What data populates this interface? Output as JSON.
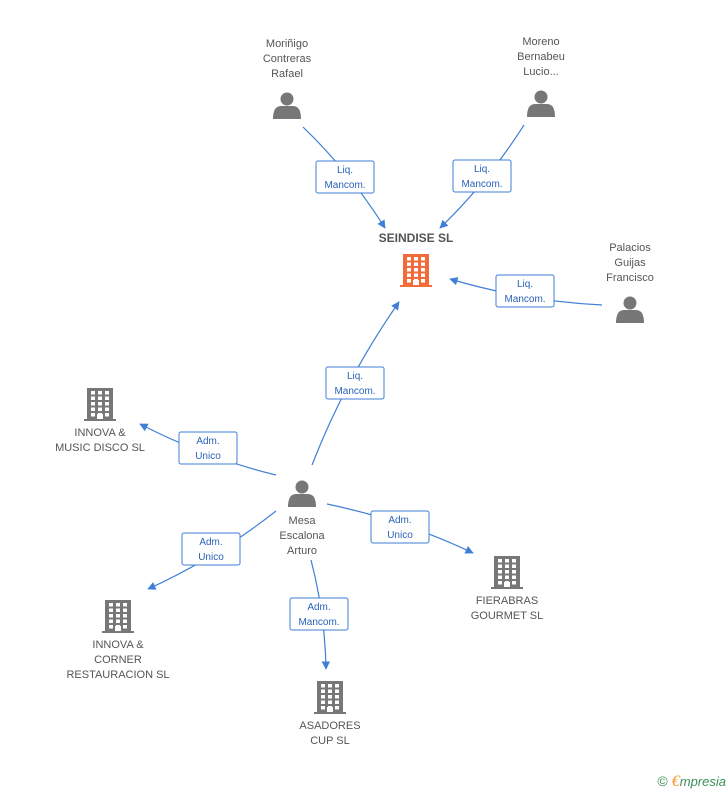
{
  "nodes": [
    {
      "id": "seindise",
      "type": "company",
      "main": true,
      "label": [
        "SEINDISE SL"
      ]
    },
    {
      "id": "morinigo",
      "type": "person",
      "label": [
        "Moriñigo",
        "Contreras",
        "Rafael"
      ]
    },
    {
      "id": "moreno",
      "type": "person",
      "label": [
        "Moreno",
        "Bernabeu",
        "Lucio..."
      ]
    },
    {
      "id": "palacios",
      "type": "person",
      "label": [
        "Palacios",
        "Guijas",
        "Francisco"
      ]
    },
    {
      "id": "mesa",
      "type": "person",
      "label": [
        "Mesa",
        "Escalona",
        "Arturo"
      ]
    },
    {
      "id": "innova_music",
      "type": "company",
      "label": [
        "INNOVA &",
        "MUSIC DISCO SL"
      ]
    },
    {
      "id": "innova_corner",
      "type": "company",
      "label": [
        "INNOVA &",
        "CORNER",
        "RESTAURACION SL"
      ]
    },
    {
      "id": "asadores",
      "type": "company",
      "label": [
        "ASADORES",
        "CUP SL"
      ]
    },
    {
      "id": "fierabras",
      "type": "company",
      "label": [
        "FIERABRAS",
        "GOURMET SL"
      ]
    }
  ],
  "edges": [
    {
      "from": "morinigo",
      "to": "seindise",
      "label": [
        "Liq.",
        "Mancom."
      ]
    },
    {
      "from": "moreno",
      "to": "seindise",
      "label": [
        "Liq.",
        "Mancom."
      ]
    },
    {
      "from": "palacios",
      "to": "seindise",
      "label": [
        "Liq.",
        "Mancom."
      ]
    },
    {
      "from": "mesa",
      "to": "seindise",
      "label": [
        "Liq.",
        "Mancom."
      ]
    },
    {
      "from": "mesa",
      "to": "innova_music",
      "label": [
        "Adm.",
        "Unico"
      ]
    },
    {
      "from": "mesa",
      "to": "innova_corner",
      "label": [
        "Adm.",
        "Unico"
      ]
    },
    {
      "from": "mesa",
      "to": "asadores",
      "label": [
        "Adm.",
        "Mancom."
      ]
    },
    {
      "from": "mesa",
      "to": "fierabras",
      "label": [
        "Adm.",
        "Unico"
      ]
    }
  ],
  "colors": {
    "main_company": "#f26b3a",
    "company": "#777777",
    "person": "#777777",
    "edge": "#3f7fd6"
  },
  "watermark": {
    "symbol": "©",
    "brand_initial": "€",
    "brand_rest": "mpresia"
  }
}
